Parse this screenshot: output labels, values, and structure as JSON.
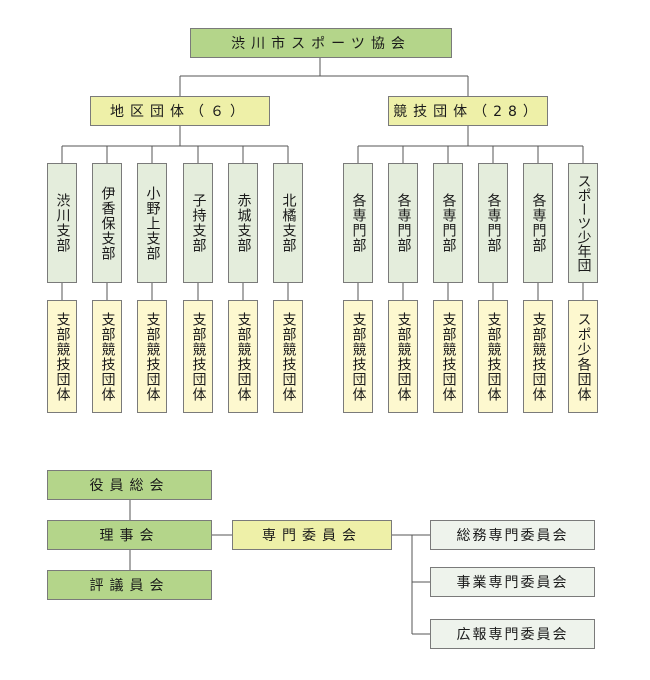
{
  "top": {
    "label": "渋川市スポーツ協会"
  },
  "regional": {
    "label": "地区団体（６）",
    "branches": [
      {
        "name": "渋川支部",
        "group": "支部競技団体"
      },
      {
        "name": "伊香保支部",
        "group": "支部競技団体"
      },
      {
        "name": "小野上支部",
        "group": "支部競技団体"
      },
      {
        "name": "子持支部",
        "group": "支部競技団体"
      },
      {
        "name": "赤城支部",
        "group": "支部競技団体"
      },
      {
        "name": "北橘支部",
        "group": "支部競技団体"
      }
    ]
  },
  "sports": {
    "label": "競技団体（28）",
    "branches": [
      {
        "name": "各専門部",
        "group": "支部競技団体"
      },
      {
        "name": "各専門部",
        "group": "支部競技団体"
      },
      {
        "name": "各専門部",
        "group": "支部競技団体"
      },
      {
        "name": "各専門部",
        "group": "支部競技団体"
      },
      {
        "name": "各専門部",
        "group": "支部競技団体"
      },
      {
        "name": "スポーツ少年団",
        "group": "スポ少各団体"
      }
    ]
  },
  "governance": {
    "general_meeting": "役員総会",
    "board": "理事会",
    "council": "評議員会",
    "committee": "専門委員会",
    "subcommittees": [
      "総務専門委員会",
      "事業専門委員会",
      "広報専門委員会"
    ]
  }
}
